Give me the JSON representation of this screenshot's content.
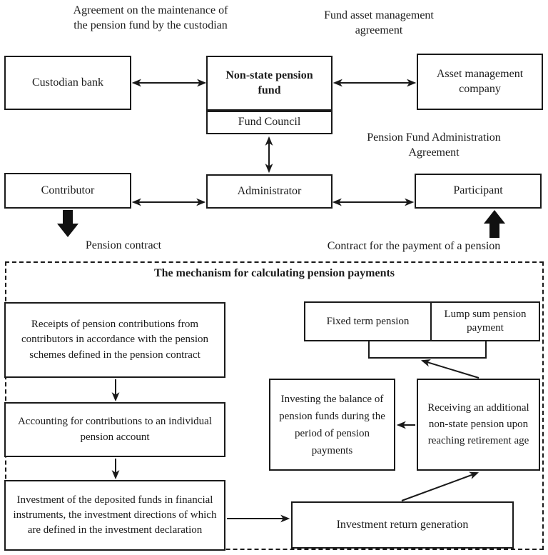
{
  "top_section": {
    "labels": {
      "custodian_agreement": "Agreement on the maintenance of the pension fund by the custodian",
      "asset_management_agreement": "Fund asset management agreement",
      "administration_agreement": "Pension Fund Administration Agreement",
      "pension_contract": "Pension contract",
      "payment_contract": "Contract for the payment of a pension"
    },
    "boxes": {
      "custodian_bank": "Custodian bank",
      "non_state_pension_fund": "Non-state pension fund",
      "fund_council": "Fund Council",
      "asset_management_company": "Asset management company",
      "contributor": "Contributor",
      "administrator": "Administrator",
      "participant": "Participant"
    }
  },
  "mechanism_section": {
    "title": "The mechanism for calculating pension payments",
    "boxes": {
      "receipts": "Receipts of pension contributions from contributors in accordance with the pension schemes defined in the pension contract",
      "accounting": "Accounting for contributions to an individual pension account",
      "investment": "Investment of the deposited funds in financial instruments, the investment directions of which are defined in the investment declaration",
      "fixed_term": "Fixed term pension",
      "lump_sum": "Lump sum pension payment",
      "investing_balance": "Investing the balance of pension funds during the period of pension payments",
      "receiving_additional": "Receiving an additional non-state pension upon reaching retirement age",
      "investment_return": "Investment return generation"
    }
  },
  "connectors": [
    "Custodian bank <-> Non-state pension fund",
    "Non-state pension fund <-> Asset management company",
    "Fund Council <-> Administrator",
    "Contributor <-> Administrator",
    "Administrator <-> Participant",
    "Contributor -> Pension contract (thick down arrow)",
    "Contract for the payment of a pension -> Participant (thick up arrow)",
    "Receipts -> Accounting",
    "Accounting -> Investment",
    "Investment -> Investment return generation",
    "Investment return generation -> Receiving additional pension",
    "Receiving additional pension -> Investing the balance",
    "Receiving additional pension -> Fixed term / Lump sum bracket"
  ],
  "colors": {
    "line": "#1a1a1a",
    "background": "#ffffff",
    "text": "#1a1a1a"
  }
}
